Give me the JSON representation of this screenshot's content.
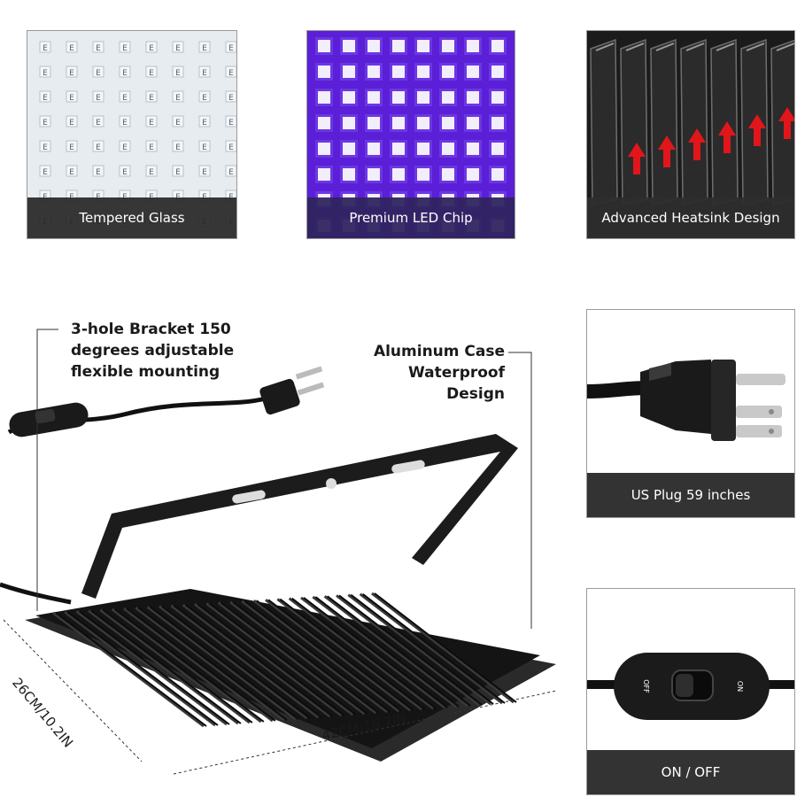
{
  "features": {
    "glass_label": "Tempered Glass",
    "chip_label": "Premium LED Chip",
    "heatsink_label": "Advanced Heatsink Design",
    "plug_label": "US Plug 59 inches",
    "switch_label": "ON / OFF"
  },
  "chip_marking": "E",
  "callouts": {
    "bracket": [
      "3-hole Bracket 150",
      "degrees adjustable",
      "flexible mounting"
    ],
    "case": [
      "Aluminum Case",
      "Waterproof Design"
    ]
  },
  "dimensions": {
    "width": "42CM/16.7IN",
    "depth": "26CM/10.2IN"
  },
  "switch_marks": {
    "off": "OFF",
    "on": "ON"
  },
  "colors": {
    "caption_dark": "#333333",
    "caption_purple": "#3a2a6a",
    "uv_purple": "#5a1fd6",
    "arrow_red": "#e0161b"
  }
}
